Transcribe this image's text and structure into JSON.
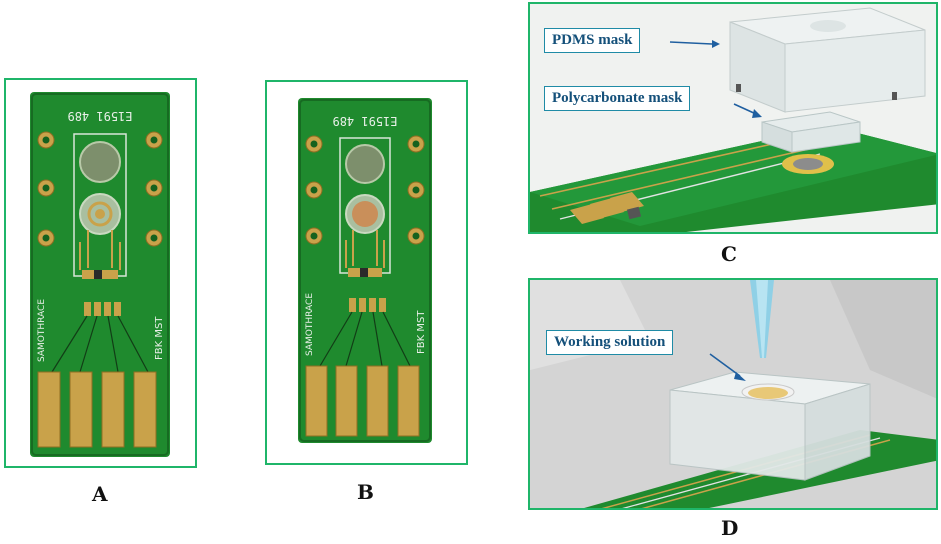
{
  "figure": {
    "panels": [
      {
        "id": "A",
        "label": "A",
        "board": {
          "serial": "E1591 489",
          "left_text": "SAMOTHRACE",
          "right_text": "FBK MST"
        }
      },
      {
        "id": "B",
        "label": "B",
        "board": {
          "serial": "E1591 489",
          "left_text": "SAMOTHRACE",
          "right_text": "FBK MST"
        }
      },
      {
        "id": "C",
        "label": "C",
        "callouts": {
          "pdms": "PDMS mask",
          "polycarbonate": "Polycarbonate mask"
        }
      },
      {
        "id": "D",
        "label": "D",
        "callouts": {
          "working": "Working solution"
        }
      }
    ]
  },
  "colors": {
    "frame": "#1fb569",
    "pcb": "#1f8a2e",
    "gold": "#c9a24a",
    "callout_text": "#14507a",
    "callout_border": "#1f8ba6"
  }
}
